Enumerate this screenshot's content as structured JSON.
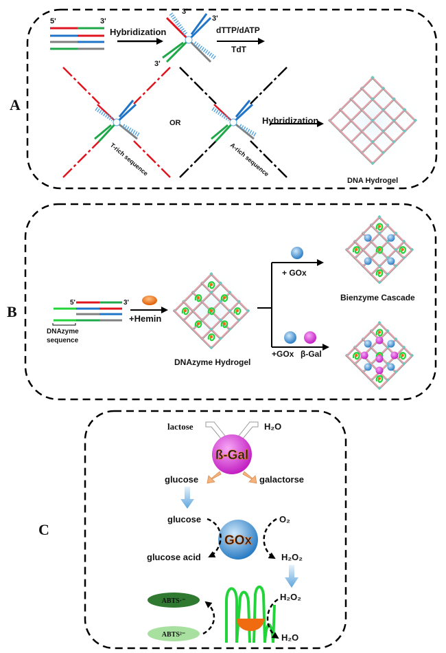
{
  "panels": {
    "A": {
      "label": "A",
      "strand_end_5": "5'",
      "strand_end_3": "3'",
      "step1": "Hybridization",
      "reagent_top": "dTTP/dATP",
      "reagent_bottom": "TdT",
      "seq_t": "T-rich sequence",
      "or": "OR",
      "seq_a": "A-rich sequence",
      "step2": "Hybridization",
      "product": "DNA Hydrogel"
    },
    "B": {
      "label": "B",
      "strand_end_5": "5'",
      "strand_end_3": "3'",
      "dnazyme_line1": "DNAzyme",
      "dnazyme_line2": "sequence",
      "hemin": "+Hemin",
      "hydrogel": "DNAzyme Hydrogel",
      "gox": "+ GOx",
      "gox_bgal_1": "+GOx",
      "gox_bgal_2": "β-Gal",
      "cascade": "Bienzyme Cascade"
    },
    "C": {
      "label": "C",
      "lactose": "lactose",
      "h2o_in": "H₂O",
      "bgal": "ß-Gal",
      "glucose1": "glucose",
      "galactose": "galactorse",
      "glucose2": "glucose",
      "o2": "O₂",
      "gox": "GOx",
      "glucose_acid": "glucose acid",
      "h2o2_1": "H₂O₂",
      "h2o2_2": "H₂O₂",
      "abts_ox": "ABTS·⁻",
      "abts_red": "ABTS²⁻",
      "h2o_out": "H₂O"
    }
  },
  "colors": {
    "red": "#e0141e",
    "green": "#1fa84a",
    "blue": "#1f74c8",
    "gray": "#808080",
    "rung": "#59a9e0",
    "pink": "#d640d6",
    "gox_blue": "#3a8fd0",
    "dnazyme_green": "#22d33a",
    "hemin_orange": "#f06a10"
  }
}
